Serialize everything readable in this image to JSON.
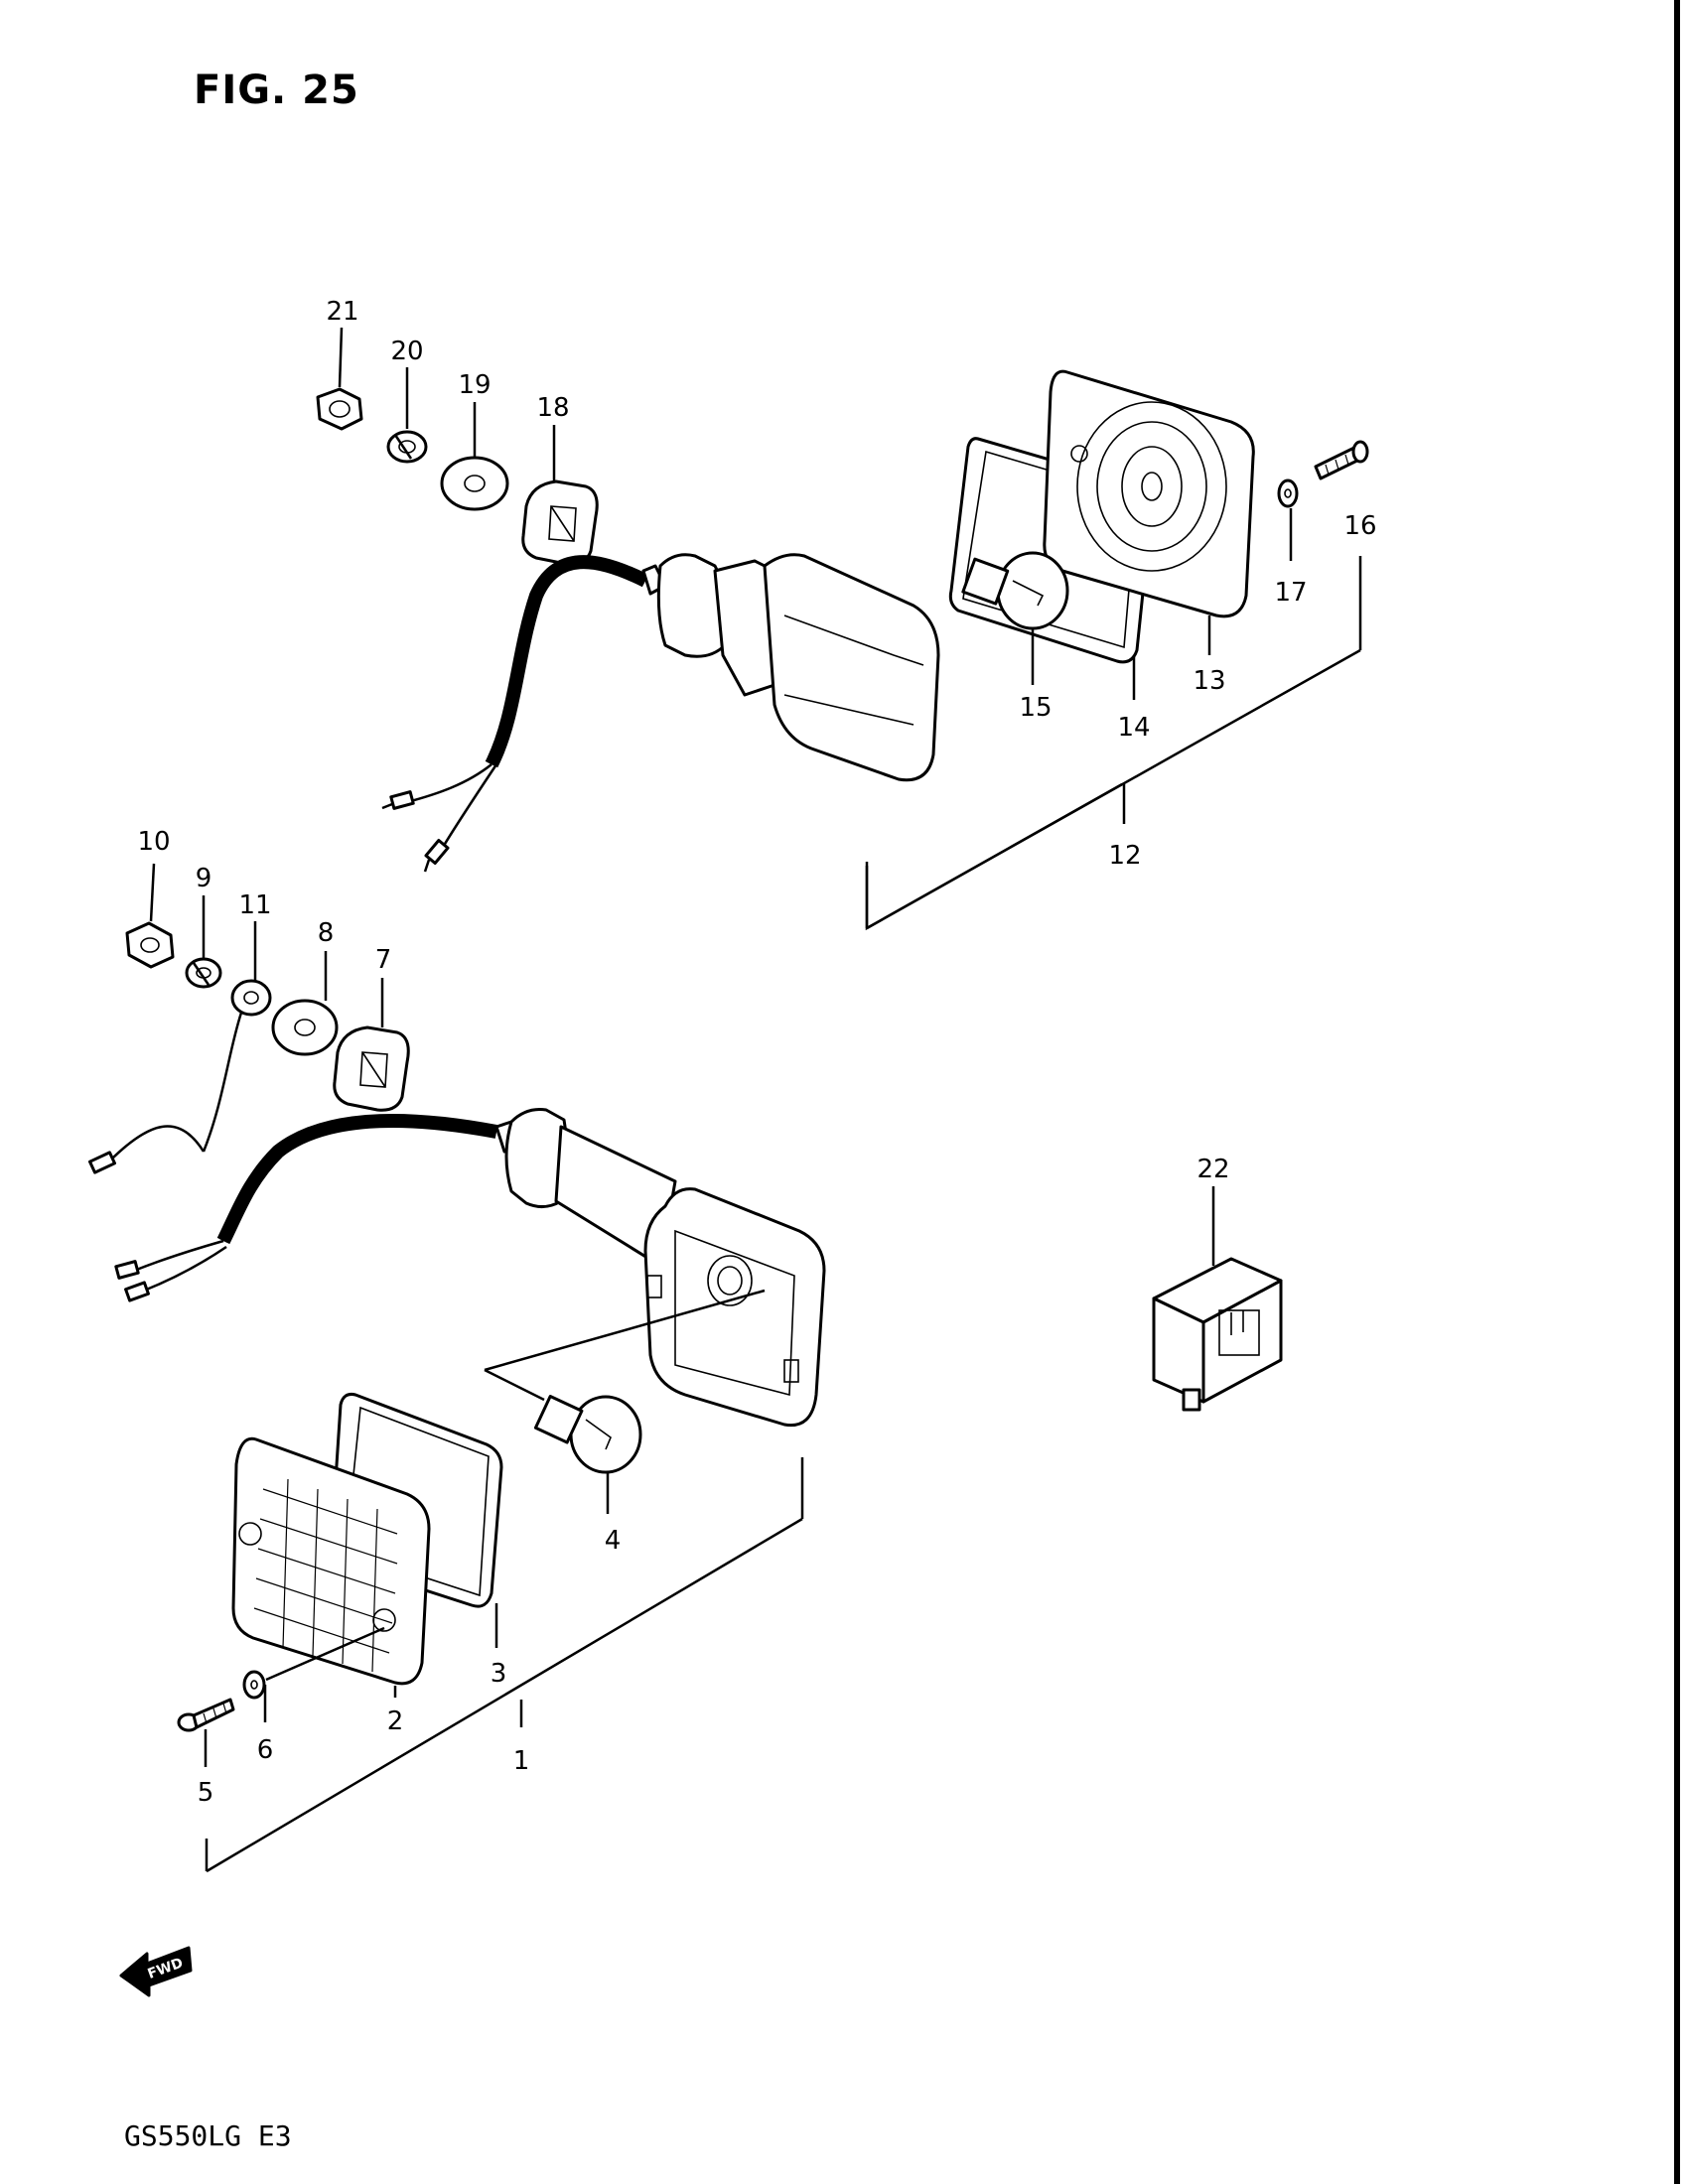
{
  "figure": {
    "title": "FIG. 25"
  },
  "model": {
    "code": "GS550LG  E3"
  },
  "arrow": {
    "label": "FWD"
  },
  "callouts": [
    {
      "id": "c1",
      "text": "1"
    },
    {
      "id": "c2",
      "text": "2"
    },
    {
      "id": "c3",
      "text": "3"
    },
    {
      "id": "c4",
      "text": "4"
    },
    {
      "id": "c5",
      "text": "5"
    },
    {
      "id": "c6",
      "text": "6"
    },
    {
      "id": "c7",
      "text": "7"
    },
    {
      "id": "c8",
      "text": "8"
    },
    {
      "id": "c9",
      "text": "9"
    },
    {
      "id": "c10",
      "text": "10"
    },
    {
      "id": "c11",
      "text": "11"
    },
    {
      "id": "c12",
      "text": "12"
    },
    {
      "id": "c13",
      "text": "13"
    },
    {
      "id": "c14",
      "text": "14"
    },
    {
      "id": "c15",
      "text": "15"
    },
    {
      "id": "c16",
      "text": "16"
    },
    {
      "id": "c17",
      "text": "17"
    },
    {
      "id": "c18",
      "text": "18"
    },
    {
      "id": "c19",
      "text": "19"
    },
    {
      "id": "c20",
      "text": "20"
    },
    {
      "id": "c21",
      "text": "21"
    },
    {
      "id": "c22",
      "text": "22"
    }
  ]
}
